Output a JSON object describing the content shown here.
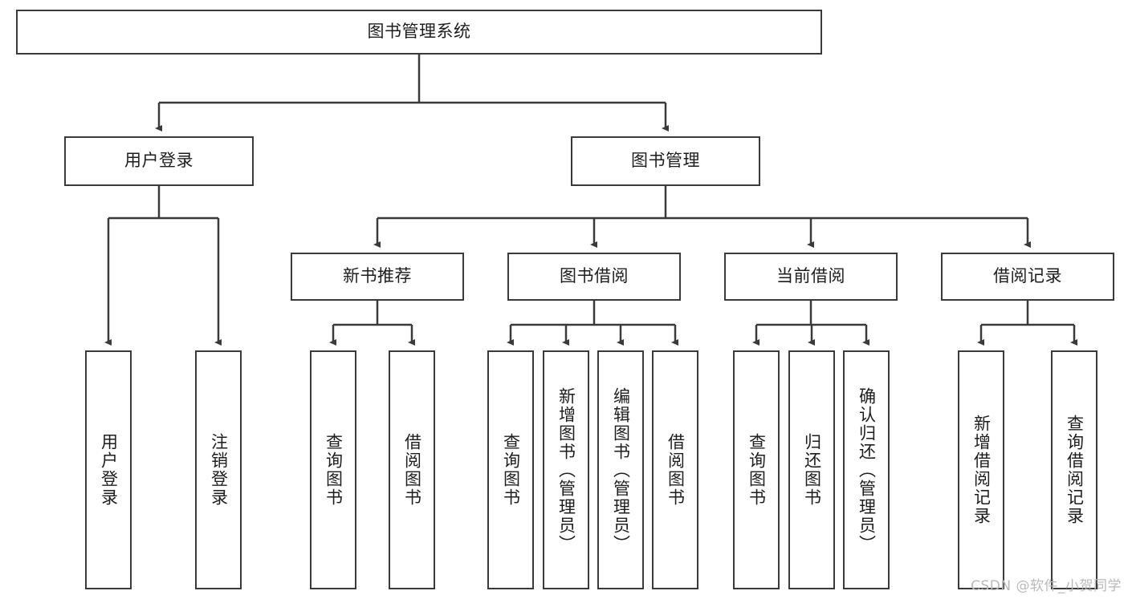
{
  "diagram": {
    "type": "tree-hierarchy",
    "title": "图书管理系统",
    "watermark": "CSDN @软件_小贺同学",
    "colors": {
      "box_border": "#3a3a3a",
      "box_fill": "#ffffff",
      "edge": "#3a3a3a",
      "text": "#1d1d1d",
      "watermark": "#b9b9b9",
      "background": "#ffffff"
    },
    "levels": {
      "root": {
        "label": "图书管理系统",
        "orientation": "horizontal"
      },
      "level2": [
        {
          "label": "用户登录",
          "orientation": "horizontal"
        },
        {
          "label": "图书管理",
          "orientation": "horizontal"
        }
      ],
      "level3": [
        {
          "label": "新书推荐",
          "orientation": "horizontal"
        },
        {
          "label": "图书借阅",
          "orientation": "horizontal"
        },
        {
          "label": "当前借阅",
          "orientation": "horizontal"
        },
        {
          "label": "借阅记录",
          "orientation": "horizontal"
        }
      ],
      "leaves": {
        "user_login": [
          {
            "label": "用户登录",
            "orientation": "vertical"
          },
          {
            "label": "注销登录",
            "orientation": "vertical"
          }
        ],
        "new_book_recommend": [
          {
            "label": "查询图书",
            "orientation": "vertical"
          },
          {
            "label": "借阅图书",
            "orientation": "vertical"
          }
        ],
        "book_borrow": [
          {
            "label": "查询图书",
            "orientation": "vertical"
          },
          {
            "label": "新增图书（管理员）",
            "orientation": "vertical"
          },
          {
            "label": "编辑图书（管理员）",
            "orientation": "vertical"
          },
          {
            "label": "借阅图书",
            "orientation": "vertical"
          }
        ],
        "current_borrow": [
          {
            "label": "查询图书",
            "orientation": "vertical"
          },
          {
            "label": "归还图书",
            "orientation": "vertical"
          },
          {
            "label": "确认归还（管理员）",
            "orientation": "vertical"
          }
        ],
        "borrow_record": [
          {
            "label": "新增借阅记录",
            "orientation": "vertical"
          },
          {
            "label": "查询借阅记录",
            "orientation": "vertical"
          }
        ]
      }
    }
  }
}
